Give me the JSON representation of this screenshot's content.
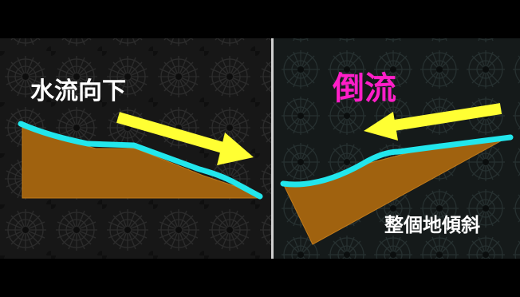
{
  "left_panel": {
    "caption": "水流向下"
  },
  "right_panel": {
    "title": "倒流",
    "caption": "整個地傾斜"
  },
  "colors": {
    "water": "#22e6ec",
    "slope": "#a0620f",
    "arrow": "#ffff33",
    "title": "#ff1ec8",
    "caption": "#ffffff",
    "letterbox": "#000000"
  }
}
